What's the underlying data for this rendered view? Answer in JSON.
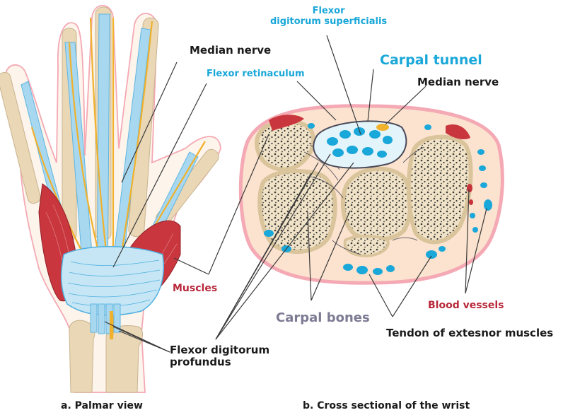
{
  "labels": {
    "median_nerve_left": "Median nerve",
    "flexor_retinaculum": "Flexor retinaculum",
    "muscles": "Muscles",
    "flexor_digitorum_profundus_line1": "Flexor digitorum",
    "flexor_digitorum_profundus_line2": "profundus",
    "flexor_digitorum_superficialis_line1": "Flexor",
    "flexor_digitorum_superficialis_line2": "digitorum superficialis",
    "carpal_tunnel": "Carpal tunnel",
    "median_nerve_right": "Median nerve",
    "carpal_bones": "Carpal bones",
    "tendon_extensor": "Tendon of extesnor muscles",
    "blood_vessels": "Blood vessels"
  },
  "captions": {
    "palmar": "a. Palmar view",
    "cross": "b. Cross sectional of the wrist"
  },
  "colors": {
    "skin": "#fbe3cf",
    "skin_outline": "#f4a9b4",
    "bone": "#ead7b5",
    "tendon": "#a8d8f0",
    "nerve": "#f0b12c",
    "muscle": "#c9363e",
    "retinaculum": "#b8e0f3",
    "bone_pore": "#3b3b3b",
    "vessel_red": "#c8323a"
  }
}
